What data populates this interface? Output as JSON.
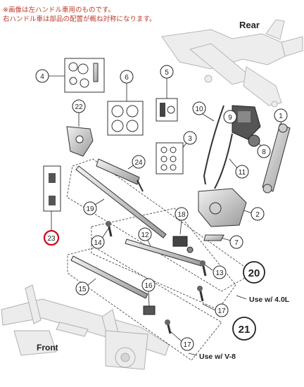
{
  "notes": {
    "line1": "※画像は左ハンドル車用のものです。",
    "line2": "右ハンドル車は部品の配置が概ね対称になります。"
  },
  "labels": {
    "rear": "Rear",
    "front": "Front",
    "use_40l": "Use w/ 4.0L",
    "use_v8": "Use w/ V-8"
  },
  "callouts": {
    "c1": "1",
    "c2": "2",
    "c3": "3",
    "c4": "4",
    "c5": "5",
    "c6": "6",
    "c7": "7",
    "c8": "8",
    "c9": "9",
    "c10": "10",
    "c11": "11",
    "c12": "12",
    "c13": "13",
    "c14": "14",
    "c15": "15",
    "c16": "16",
    "c17a": "17",
    "c17b": "17",
    "c18": "18",
    "c19": "19",
    "c22": "22",
    "c24": "24"
  },
  "big_callouts": {
    "c20": "20",
    "c21": "21"
  },
  "highlight_callout": {
    "c23": "23",
    "color": "#d0021b"
  }
}
